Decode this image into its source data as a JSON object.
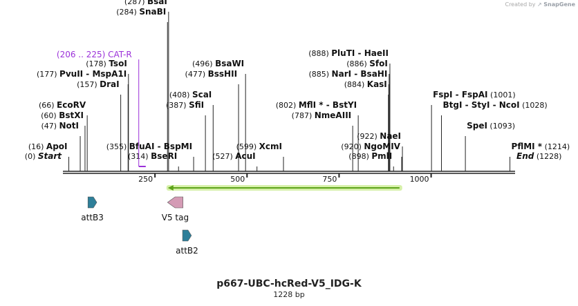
{
  "credit": {
    "prefix": "Created by",
    "brand": "SnapGene"
  },
  "plasmid": {
    "name": "p667-UBC-hcRed-V5_IDG-K",
    "length_label": "1228 bp",
    "length": 1228
  },
  "colors": {
    "primer": "#9b30d9",
    "feature_teal": "#2e7f99",
    "feature_pink": "#d49bb5",
    "orf_green": "#5da31a",
    "orf_glow": "#d6f0a8"
  },
  "ticks": [
    {
      "value": 250,
      "label": "250"
    },
    {
      "value": 500,
      "label": "500"
    },
    {
      "value": 750,
      "label": "750"
    },
    {
      "value": 1000,
      "label": "1000"
    }
  ],
  "cut_sites": [
    {
      "pos": 16,
      "pos_label": "(16)",
      "text": "ApoI",
      "side": "left",
      "row": 0,
      "extra": ""
    },
    {
      "pos": 0,
      "pos_label": "(0)",
      "text": "Start",
      "side": "left",
      "row": -1,
      "extra": "",
      "italic": true
    },
    {
      "pos": 47,
      "pos_label": "(47)",
      "text": "NotI",
      "side": "left",
      "row": 2,
      "extra": ""
    },
    {
      "pos": 60,
      "pos_label": "(60)",
      "text": "BstXI",
      "side": "left",
      "row": 3,
      "extra": ""
    },
    {
      "pos": 66,
      "pos_label": "(66)",
      "text": "EcoRV",
      "side": "left",
      "row": 4,
      "extra": ""
    },
    {
      "pos": 157,
      "pos_label": "(157)",
      "text": "DraI",
      "side": "left",
      "row": 6,
      "extra": ""
    },
    {
      "pos": 177,
      "pos_label": "(177)",
      "text": "PvuII",
      "side": "left",
      "row": 7,
      "extra": "MspA1I"
    },
    {
      "pos": 178,
      "pos_label": "(178)",
      "text": "TsoI",
      "side": "left",
      "row": 8,
      "extra": ""
    },
    {
      "pos": 284,
      "pos_label": "(284)",
      "text": "SnaBI",
      "side": "left",
      "row": 13,
      "extra": ""
    },
    {
      "pos": 287,
      "pos_label": "(287)",
      "text": "BsaI",
      "side": "left",
      "row": 14,
      "extra": ""
    },
    {
      "pos": 314,
      "pos_label": "(314)",
      "text": "BseRI",
      "side": "left",
      "row": -1,
      "extra": ""
    },
    {
      "pos": 355,
      "pos_label": "(355)",
      "text": "BfuAI",
      "side": "left",
      "row": 0,
      "extra": "BspMI"
    },
    {
      "pos": 387,
      "pos_label": "(387)",
      "text": "SfiI",
      "side": "left",
      "row": 4,
      "extra": ""
    },
    {
      "pos": 408,
      "pos_label": "(408)",
      "text": "ScaI",
      "side": "left",
      "row": 5,
      "extra": ""
    },
    {
      "pos": 477,
      "pos_label": "(477)",
      "text": "BssHII",
      "side": "left",
      "row": 7,
      "extra": ""
    },
    {
      "pos": 496,
      "pos_label": "(496)",
      "text": "BsaWI",
      "side": "left",
      "row": 8,
      "extra": ""
    },
    {
      "pos": 527,
      "pos_label": "(527)",
      "text": "AcuI",
      "side": "left",
      "row": -1,
      "extra": ""
    },
    {
      "pos": 599,
      "pos_label": "(599)",
      "text": "XcmI",
      "side": "left",
      "row": 0,
      "extra": ""
    },
    {
      "pos": 787,
      "pos_label": "(787)",
      "text": "NmeAIII",
      "side": "left",
      "row": 3,
      "extra": ""
    },
    {
      "pos": 802,
      "pos_label": "(802)",
      "text": "MflI *",
      "side": "left",
      "row": 4,
      "extra": "BstYI"
    },
    {
      "pos": 884,
      "pos_label": "(884)",
      "text": "KasI",
      "side": "left",
      "row": 6,
      "extra": ""
    },
    {
      "pos": 885,
      "pos_label": "(885)",
      "text": "NarI",
      "side": "left",
      "row": 7,
      "extra": "BsaHI"
    },
    {
      "pos": 886,
      "pos_label": "(886)",
      "text": "SfoI",
      "side": "left",
      "row": 8,
      "extra": ""
    },
    {
      "pos": 888,
      "pos_label": "(888)",
      "text": "PluTI",
      "side": "left",
      "row": 9,
      "extra": "HaeII"
    },
    {
      "pos": 898,
      "pos_label": "(898)",
      "text": "PmlI",
      "side": "left",
      "row": -1,
      "extra": ""
    },
    {
      "pos": 920,
      "pos_label": "(920)",
      "text": "NgoMIV",
      "side": "left",
      "row": 0,
      "extra": ""
    },
    {
      "pos": 922,
      "pos_label": "(922)",
      "text": "NaeI",
      "side": "left",
      "row": 1,
      "extra": ""
    },
    {
      "pos": 1001,
      "pos_label": "(1001)",
      "text": "FspI",
      "side": "right",
      "row": 5,
      "extra": "FspAI"
    },
    {
      "pos": 1028,
      "pos_label": "(1028)",
      "text": "BtgI",
      "side": "right",
      "row": 4,
      "extra": "StyI  -  NcoI"
    },
    {
      "pos": 1093,
      "pos_label": "(1093)",
      "text": "SpeI",
      "side": "right",
      "row": 2,
      "extra": ""
    },
    {
      "pos": 1214,
      "pos_label": "(1214)",
      "text": "PflMI *",
      "side": "right",
      "row": 0,
      "extra": ""
    },
    {
      "pos": 1228,
      "pos_label": "(1228)",
      "text": "End",
      "side": "right",
      "row": -1,
      "extra": "",
      "italic": true
    }
  ],
  "primer": {
    "label": "(206 .. 225)  CAT-R",
    "start": 206,
    "end": 225
  },
  "features": [
    {
      "name": "attB3",
      "start": 68,
      "end": 92,
      "direction": "right",
      "color": "teal",
      "row": 0
    },
    {
      "name": "V5 tag",
      "start": 284,
      "end": 326,
      "direction": "left",
      "color": "pink",
      "row": 0
    },
    {
      "name": "attB2",
      "start": 325,
      "end": 349,
      "direction": "right",
      "color": "teal",
      "row": 1
    }
  ],
  "orf": {
    "start": 285,
    "end": 914,
    "direction": "left"
  }
}
